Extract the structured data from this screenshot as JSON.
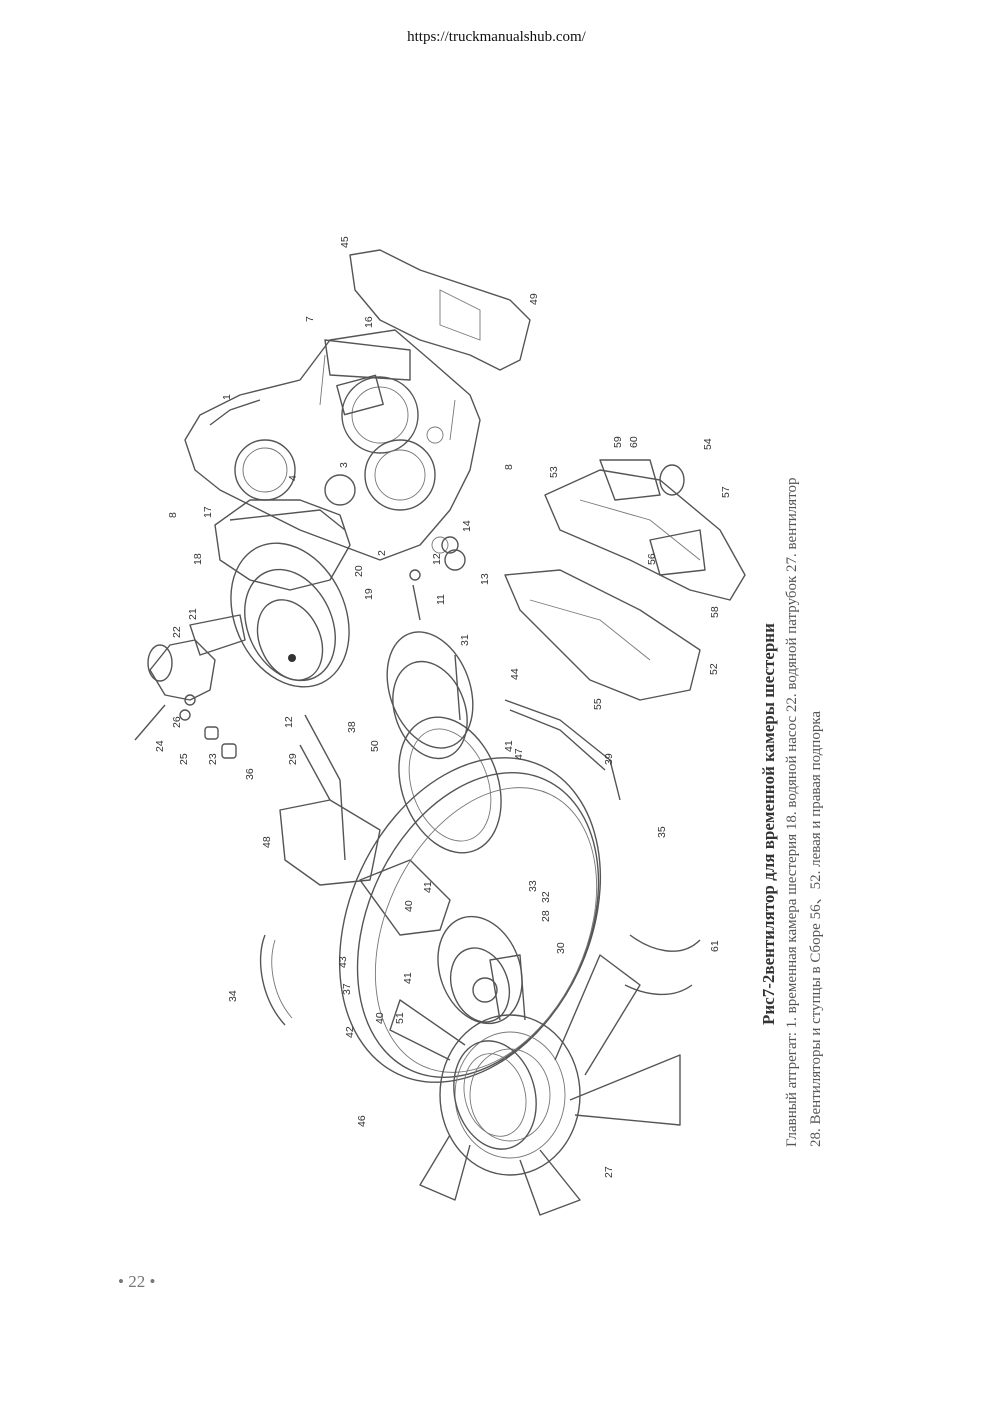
{
  "header": {
    "url": "https://truckmanualshub.com/"
  },
  "caption": {
    "title": "Рис7-2вентилятор для временной камеры шестерни",
    "line1": "Главный атгрегат:   1. временная камера шестерия   18. водяной насос   22. водяной патрубок   27. вентилятор",
    "line2": "28. Вентиляторы и ступцы в Сборе   56、52. левая и правая подпорка"
  },
  "page_number": "• 22 •",
  "diagram": {
    "part_labels": [
      "1",
      "2",
      "3",
      "4",
      "7",
      "8",
      "8",
      "11",
      "12",
      "12",
      "13",
      "14",
      "16",
      "17",
      "18",
      "19",
      "20",
      "21",
      "22",
      "23",
      "24",
      "25",
      "26",
      "27",
      "28",
      "29",
      "30",
      "31",
      "32",
      "33",
      "34",
      "35",
      "36",
      "37",
      "38",
      "39",
      "40",
      "40",
      "41",
      "41",
      "41",
      "42",
      "43",
      "44",
      "45",
      "46",
      "47",
      "48",
      "49",
      "50",
      "51",
      "52",
      "53",
      "54",
      "55",
      "56",
      "57",
      "58",
      "59",
      "60",
      "61"
    ]
  }
}
